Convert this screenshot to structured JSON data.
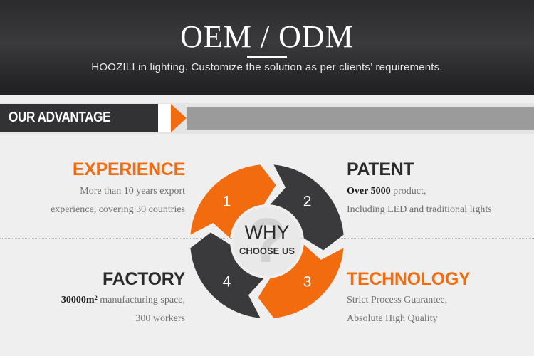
{
  "banner": {
    "title": "OEM / ODM",
    "subtitle": "HOOZILI in lighting. Customize the solution as per clients’ requirements."
  },
  "section": {
    "label": "OUR ADVANTAGE"
  },
  "center": {
    "why": "WHY",
    "choose": "CHOOSE US",
    "watermark_glyph": "?"
  },
  "segments": [
    {
      "number": "1",
      "color": "#f26b0f"
    },
    {
      "number": "2",
      "color": "#3a3a3c"
    },
    {
      "number": "3",
      "color": "#f26b0f"
    },
    {
      "number": "4",
      "color": "#3a3a3c"
    }
  ],
  "items": {
    "experience": {
      "title": "EXPERIENCE",
      "line1": "More than 10 years export",
      "line2": "experience, covering 30 countries"
    },
    "patent": {
      "title": "PATENT",
      "line1_bold": "Over 5000",
      "line1_rest": " product,",
      "line2": "Including LED and traditional lights"
    },
    "factory": {
      "title": "FACTORY",
      "line1_bold": "30000m²",
      "line1_rest": " manufacturing space,",
      "line2": "300 workers"
    },
    "technology": {
      "title": "TECHNOLOGY",
      "line1": "Strict Process Guarantee,",
      "line2": "Absolute High Quality"
    }
  },
  "colors": {
    "accent": "#f26b0f",
    "dark": "#3a3a3c",
    "background": "#efefef"
  }
}
